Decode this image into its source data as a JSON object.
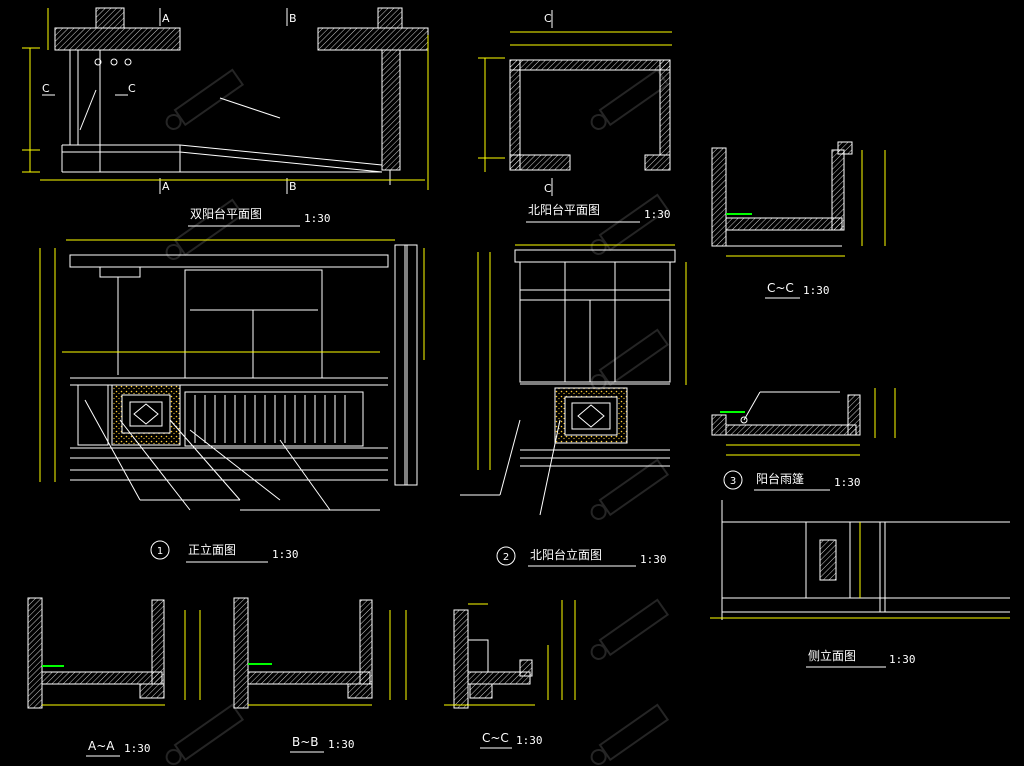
{
  "titles": {
    "plan_a": "双阳台平面图",
    "plan_b": "北阳台平面图",
    "section_cc_top": "C~C",
    "front_elev": "正立面图",
    "north_elev": "北阳台立面图",
    "canopy": "阳台雨篷",
    "side_elev": "侧立面图",
    "section_aa": "A~A",
    "section_bb": "B~B",
    "section_cc_bottom": "C~C"
  },
  "scales": {
    "plan_a": "1:30",
    "plan_b": "1:30",
    "section_cc_top": "1:30",
    "front_elev": "1:30",
    "north_elev": "1:30",
    "canopy": "1:30",
    "side_elev": "1:30",
    "section_aa": "1:30",
    "section_bb": "1:30",
    "section_cc_bottom": "1:30"
  },
  "markers": {
    "front_elev": "1",
    "north_elev": "2",
    "canopy": "3"
  },
  "cut_marks": {
    "a": "A",
    "b": "B",
    "c": "C"
  },
  "colors": {
    "background": "#000000",
    "linework": "#ffffff",
    "dimension": "#ffff00",
    "accent": "#00ff00",
    "hatch": "#ffcc33",
    "watermark": "#2a2a2a"
  },
  "watermark_icon": "logo-watermark-icon"
}
